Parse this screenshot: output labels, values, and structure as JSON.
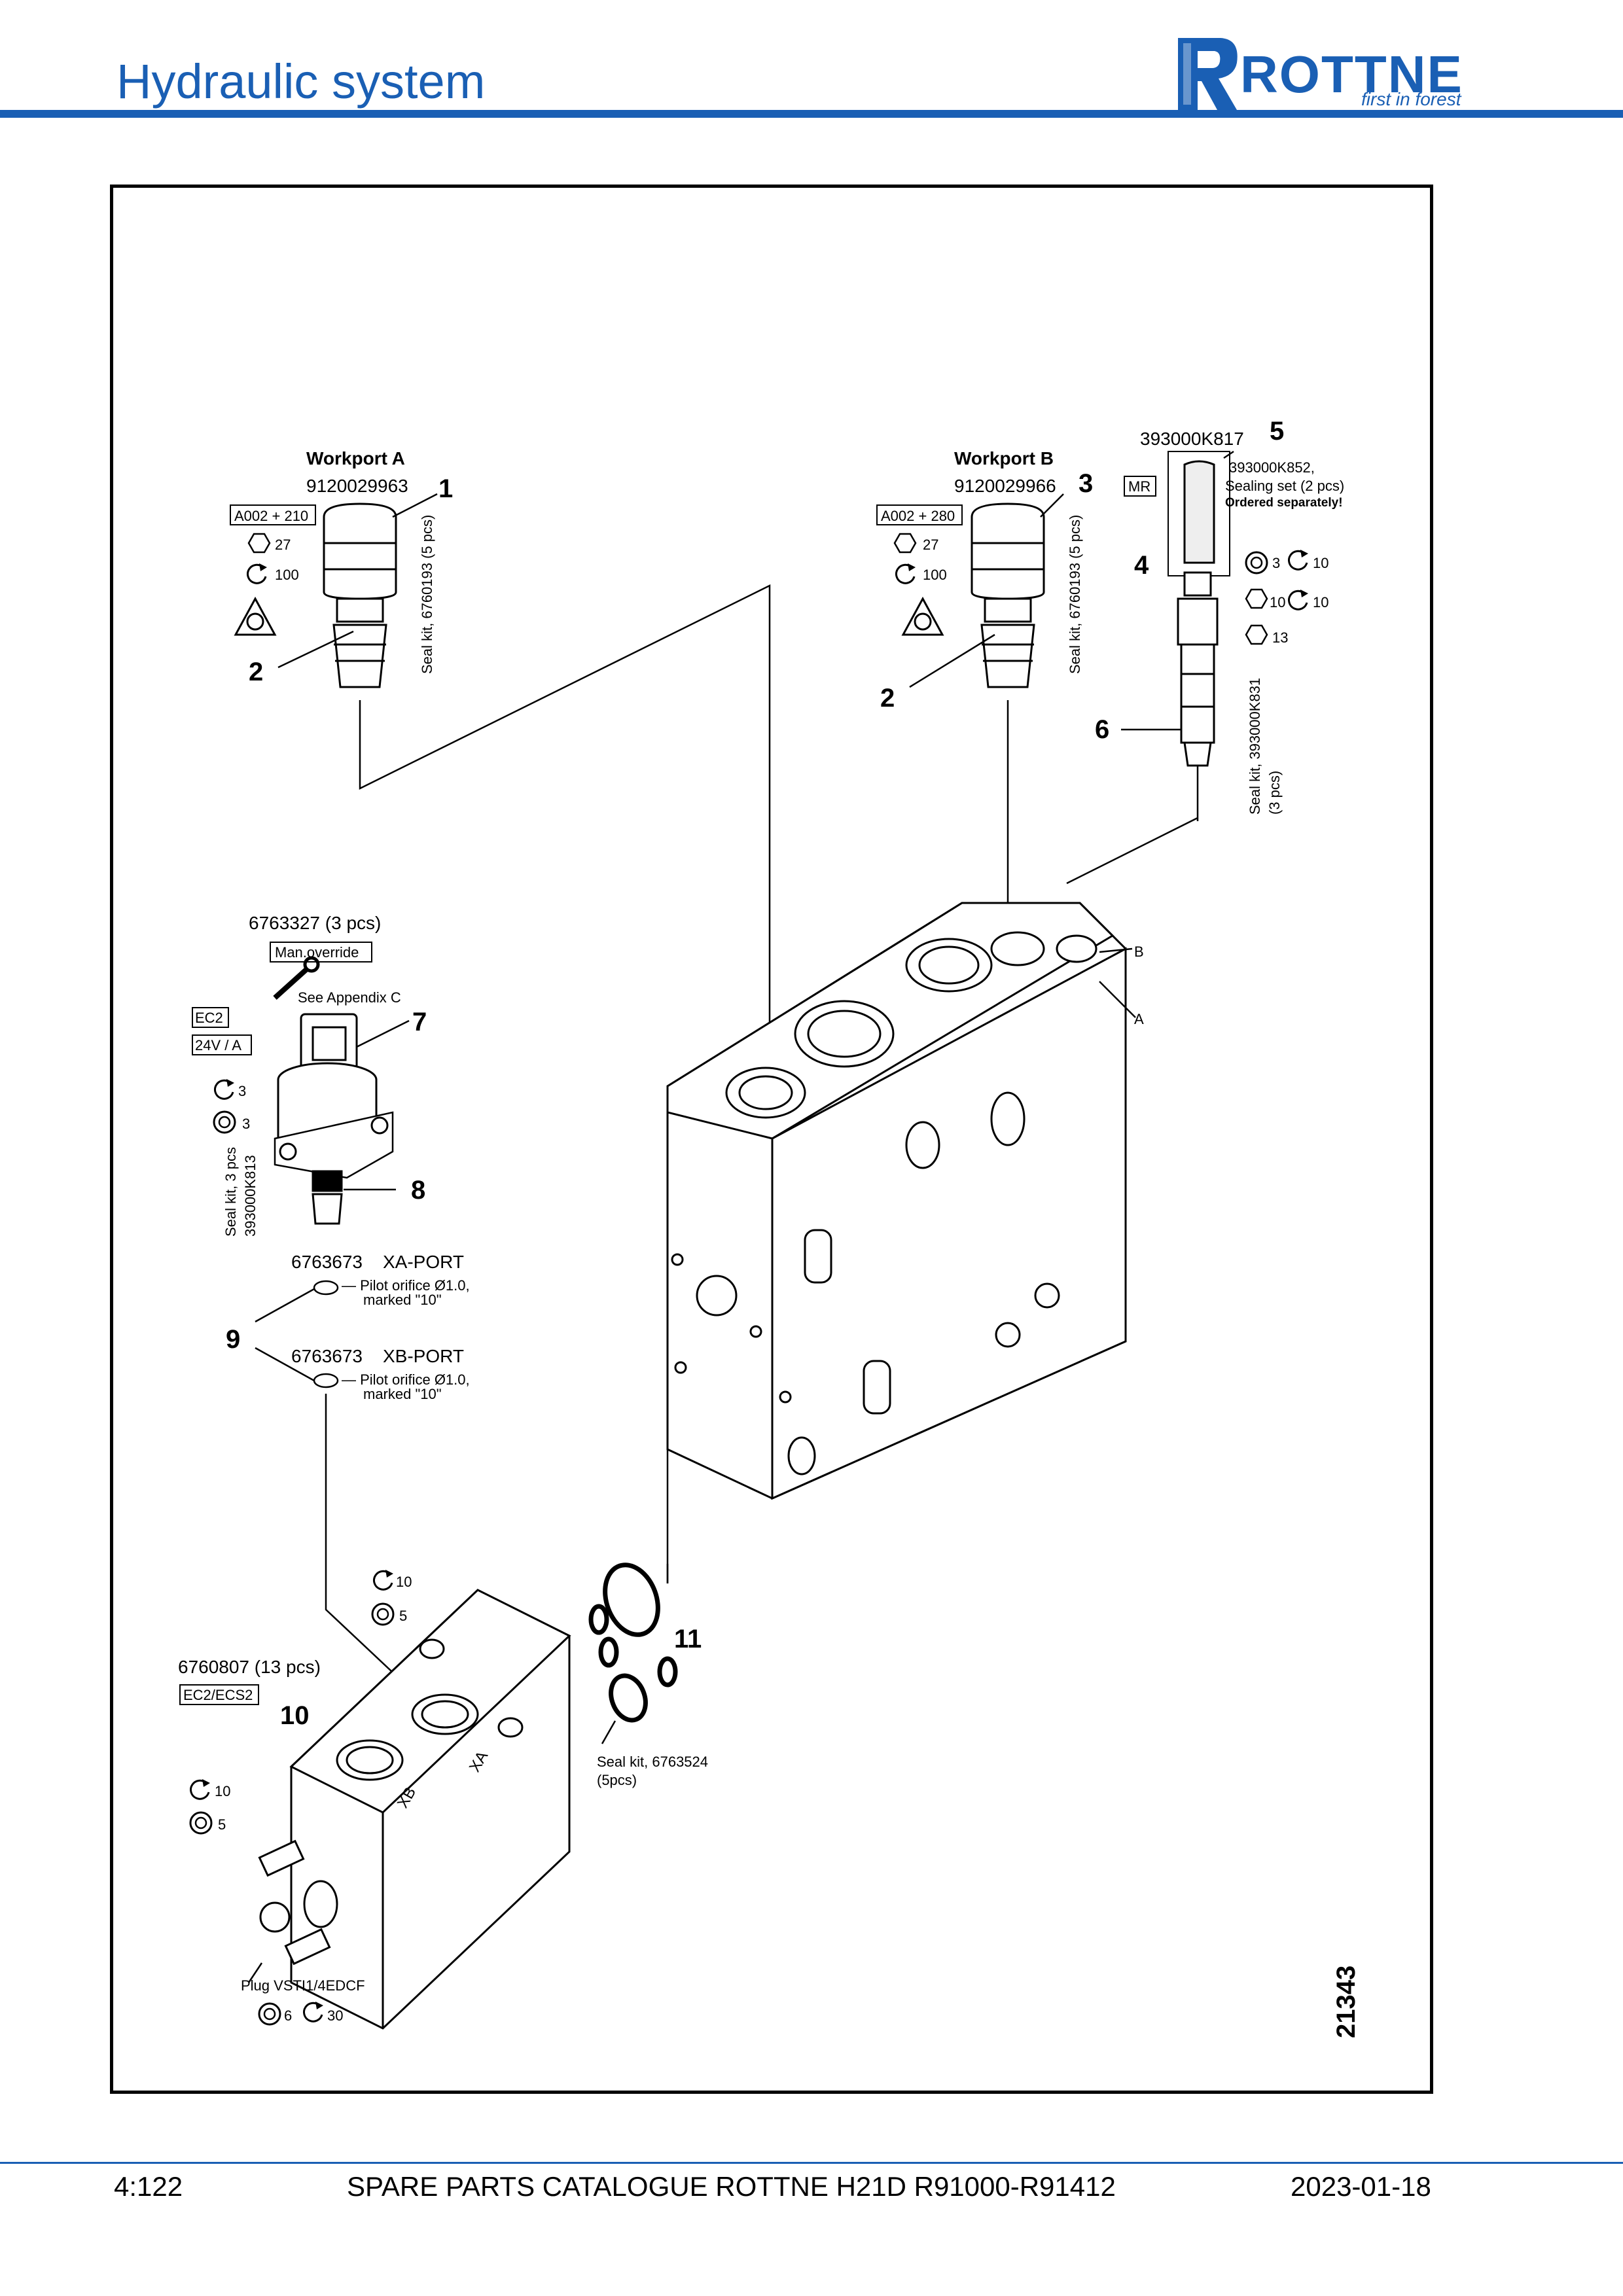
{
  "header": {
    "title": "Hydraulic system"
  },
  "logo": {
    "name": "ROTTNE",
    "tagline": "first in forest"
  },
  "diagram": {
    "workport_a": {
      "heading": "Workport A",
      "part_no": "9120029963",
      "item": "1",
      "code": "A002 + 210",
      "hex": "27",
      "torque": "100"
    },
    "workport_b": {
      "heading": "Workport B",
      "part_no": "9120029966",
      "item": "3",
      "code": "A002 + 280",
      "hex": "27",
      "torque": "100"
    },
    "seal_kit_a": "Seal kit, 6760193 (5 pcs)",
    "seal_kit_b": "Seal kit, 6760193 (5 pcs)",
    "item2_left": "2",
    "item2_right": "2",
    "mr": {
      "part_no": "393000K817",
      "item": "5",
      "tag": "MR",
      "note1": "393000K852,",
      "note2": "Sealing set (2 pcs)",
      "note3": "Ordered separately!"
    },
    "item4": {
      "item": "4",
      "hex": "3",
      "torque": "10"
    },
    "item6": {
      "item": "6",
      "hex1": "10",
      "torque1": "10",
      "hex2": "13",
      "seal1": "Seal kit, 393000K831",
      "seal2": "(3 pcs)"
    },
    "ports": {
      "b": "B",
      "a": "A"
    },
    "item7": {
      "part_no": "6763327 (3 pcs)",
      "tag": "Man.override",
      "appendix": "See Appendix C",
      "item": "7",
      "ec": "EC2",
      "volt": "24V / A",
      "torque": "3",
      "washer": "3",
      "seal1": "Seal kit, 3 pcs",
      "seal2": "393000K813"
    },
    "item8": "8",
    "item9": {
      "item": "9",
      "xa_part": "6763673",
      "xa_label": "XA-PORT",
      "xb_part": "6763673",
      "xb_label": "XB-PORT",
      "orifice1": "— Pilot orifice Ø1.0,",
      "orifice2": "marked \"10\""
    },
    "item10": {
      "item": "10",
      "part_no": "6760807 (13 pcs)",
      "tag": "EC2/ECS2",
      "torque_top": "10",
      "washer_top": "5",
      "torque_left": "10",
      "washer_left": "5",
      "port_xb": "XB",
      "port_xa": "XA"
    },
    "item11": {
      "item": "11",
      "seal1": "Seal kit, 6763524",
      "seal2": "(5pcs)"
    },
    "plug": {
      "label": "Plug VSTI1/4EDCF",
      "washer": "6",
      "torque": "30"
    },
    "drawing_no": "21343"
  },
  "footer": {
    "page": "4:122",
    "title": "SPARE PARTS CATALOGUE ROTTNE H21D R91000-R91412",
    "date": "2023-01-18"
  }
}
